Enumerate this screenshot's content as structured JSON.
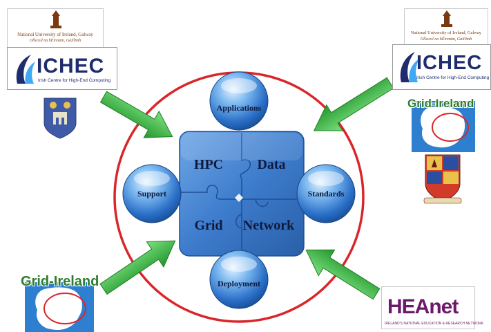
{
  "diagram": {
    "puzzle_pieces": [
      "HPC",
      "Data",
      "Grid",
      "Network"
    ],
    "spheres": {
      "top": "Applications",
      "left": "Support",
      "right": "Standards",
      "bottom": "Deployment"
    },
    "colors": {
      "ring": "#d9262a",
      "arrow": "#3cb043",
      "puzzle": "#3f7fd0",
      "sphere": "#2f7cd6"
    }
  },
  "logos": {
    "nuig": {
      "name_en": "National University of Ireland, Galway",
      "name_ga": "Ollscoil na hÉireann, Gaillimh"
    },
    "ichec": {
      "name": "ICHEC",
      "subtitle": "Irish Centre for High-End Computing"
    },
    "grid_ireland": {
      "name": "Grid-Ireland"
    },
    "heanet": {
      "name": "HEAnet",
      "subtitle": "IRELAND'S NATIONAL EDUCATION & RESEARCH NETWORK"
    }
  }
}
